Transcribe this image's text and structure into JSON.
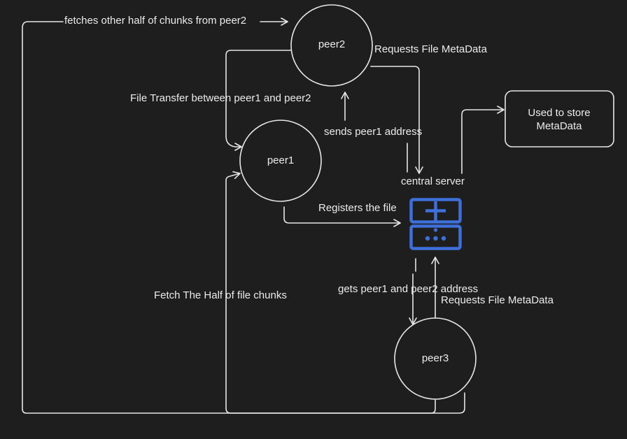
{
  "nodes": {
    "peer2": "peer2",
    "peer1": "peer1",
    "peer3": "peer3",
    "central_server": "central server",
    "metadata_store": "Used to store\nMetaData"
  },
  "edges": {
    "fetch_other_half": "fetches other half of chunks from peer2",
    "requests_metadata_peer2": "Requests File MetaData",
    "file_transfer": "File Transfer between peer1 and peer2",
    "sends_peer1_address": "sends peer1 address",
    "registers_file": "Registers the file",
    "gets_addresses": "gets peer1 and peer2 address",
    "requests_metadata_peer3": "Requests File MetaData",
    "fetch_half": "Fetch  The Half of file chunks"
  },
  "colors": {
    "background": "#1e1e1e",
    "stroke": "#e6e6e6",
    "server_icon": "#3f6fd8"
  },
  "icons": {
    "central_server": "server-icon"
  }
}
